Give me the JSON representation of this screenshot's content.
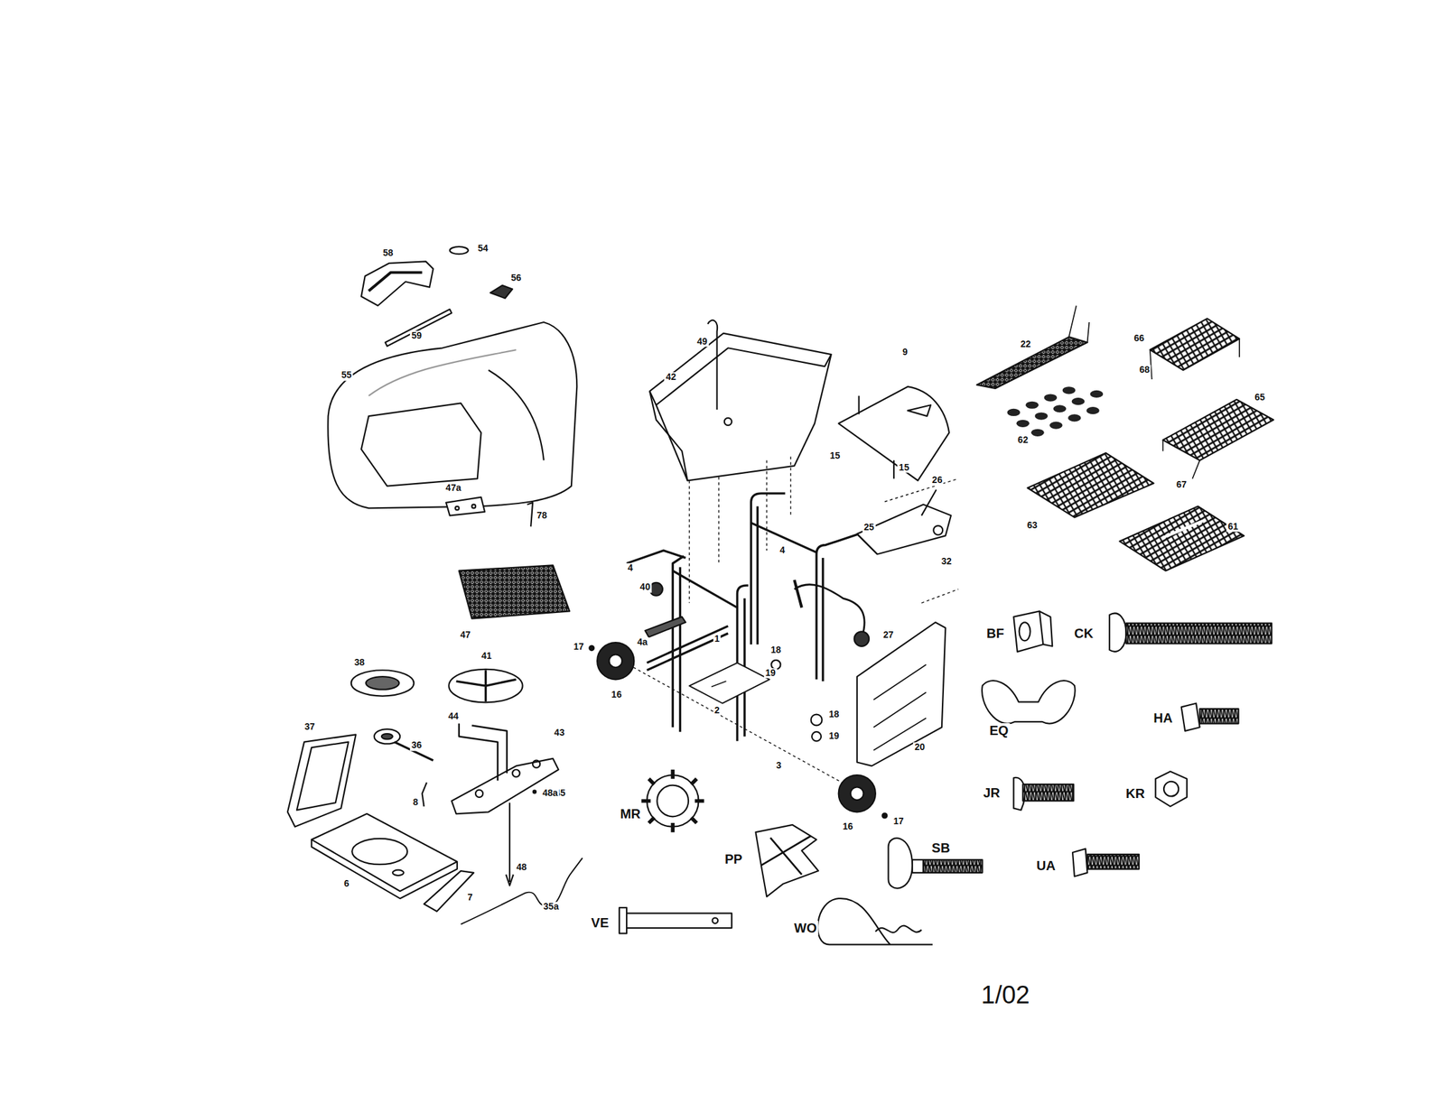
{
  "diagram": {
    "labels": [
      "58",
      "54",
      "56",
      "59",
      "55",
      "49",
      "42",
      "9",
      "22",
      "66",
      "68",
      "65",
      "62",
      "15",
      "15",
      "26",
      "25",
      "67",
      "63",
      "61",
      "47a",
      "78",
      "4",
      "4",
      "32",
      "40",
      "47",
      "4a",
      "27",
      "BF",
      "CK",
      "17",
      "1",
      "18",
      "19",
      "16",
      "2",
      "38",
      "41",
      "18",
      "19",
      "EQ",
      "HA",
      "20",
      "3",
      "37",
      "44",
      "43",
      "36",
      "45",
      "8",
      "48a",
      "MR",
      "JR",
      "KR",
      "17",
      "16",
      "SB",
      "UA",
      "PP",
      "48",
      "6",
      "7",
      "35a",
      "VE",
      "WO",
      "1/02"
    ]
  }
}
